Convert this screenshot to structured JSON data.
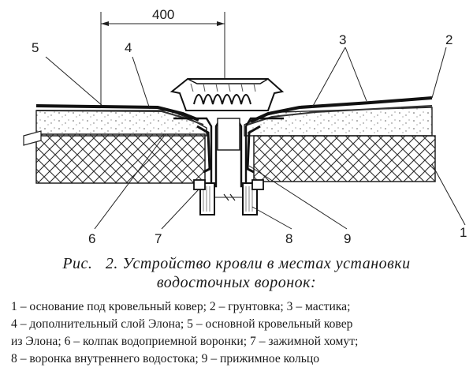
{
  "figure": {
    "dimension": "400",
    "callouts": [
      "1",
      "2",
      "3",
      "4",
      "5",
      "6",
      "7",
      "8",
      "9"
    ]
  },
  "caption": {
    "prefix": "Рис.",
    "number": "2.",
    "line1": "Устройство кровли в местах установки",
    "line2": "водосточных воронок:"
  },
  "legend": [
    "1 – основание под кровельный ковер; 2 – грунтовка; 3 – мастика;",
    "4 – дополнительный слой Элона; 5 – основной кровельный ковер",
    "из Элона; 6 – колпак водоприемной воронки; 7 – зажимной хомут;",
    "8 – воронка внутреннего водостока; 9 – прижимное кольцо"
  ]
}
